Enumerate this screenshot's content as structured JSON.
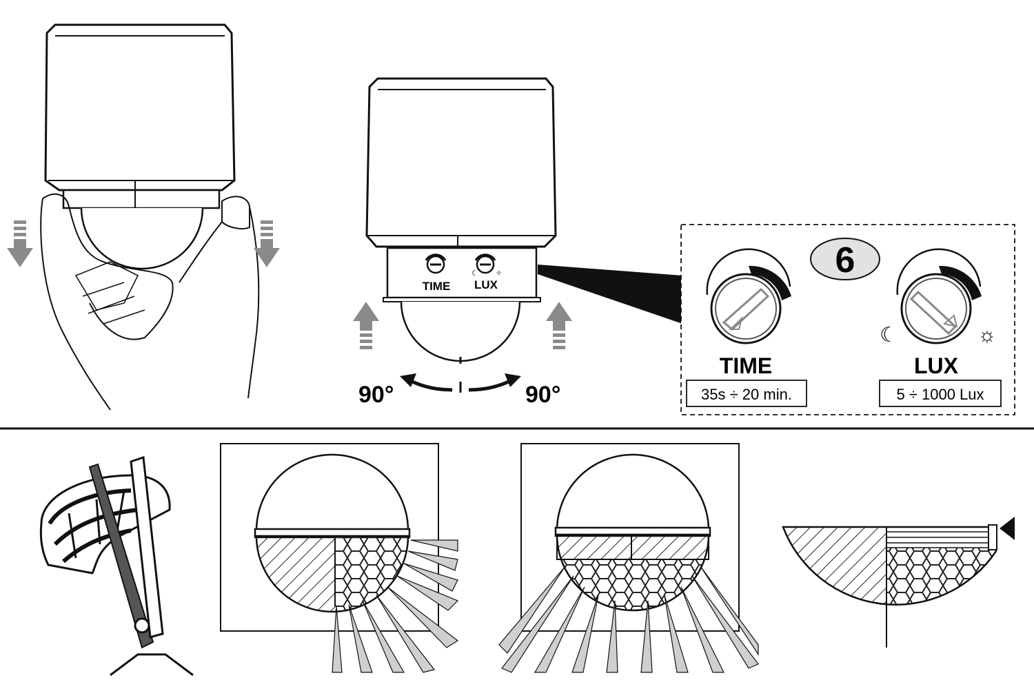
{
  "step": {
    "number": "6"
  },
  "sensor_panel": {
    "time_label": "TIME",
    "lux_label": "LUX"
  },
  "rotation": {
    "left_angle": "90°",
    "right_angle": "90°"
  },
  "settings_box": {
    "time": {
      "label": "TIME",
      "range": "35s ÷ 20 min."
    },
    "lux": {
      "label": "LUX",
      "range": "5 ÷ 1000  Lux"
    }
  },
  "colors": {
    "stroke": "#111111",
    "arrow_fill": "#8a8a8a",
    "badge_fill": "#e2e2e2",
    "hatch": "#222222"
  },
  "icons": [
    "down-arrow-icon",
    "up-arrow-icon",
    "curved-arrow-icon",
    "moon-icon",
    "sun-icon",
    "scissors-icon"
  ]
}
